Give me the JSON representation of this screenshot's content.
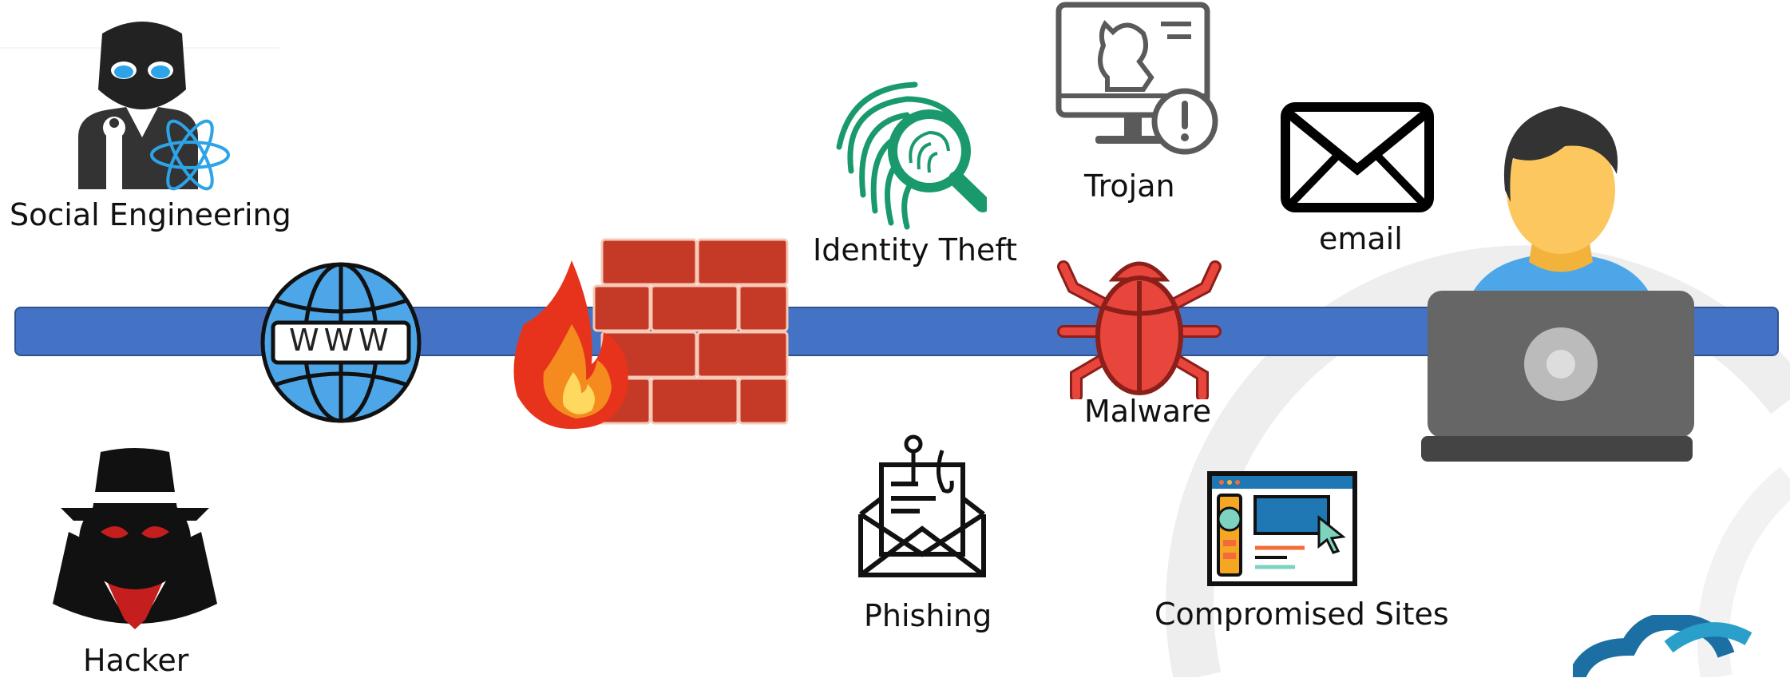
{
  "labels": {
    "social_engineering": "Social Engineering",
    "identity_theft": "Identity Theft",
    "trojan": "Trojan",
    "email": "email",
    "malware": "Malware",
    "phishing": "Phishing",
    "compromised_sites": "Compromised Sites",
    "hacker": "Hacker",
    "www": "WWW"
  },
  "icons": {
    "social_engineering": "engineer-atom-icon",
    "globe": "www-globe-icon",
    "firewall": "firewall-icon",
    "identity_theft": "fingerprint-search-icon",
    "trojan": "trojan-horse-monitor-icon",
    "email": "envelope-icon",
    "malware": "bug-icon",
    "user": "user-laptop-icon",
    "phishing": "phishing-envelope-icon",
    "compromised_sites": "compromised-website-icon",
    "hacker": "hacker-spy-icon",
    "logo": "cloud-logo-icon"
  },
  "colors": {
    "network_bar": "#4472C4",
    "network_bar_border": "#2F528F",
    "identity_green": "#1A9A6C",
    "malware_red": "#E8453C",
    "globe_blue": "#4DA6E8"
  }
}
